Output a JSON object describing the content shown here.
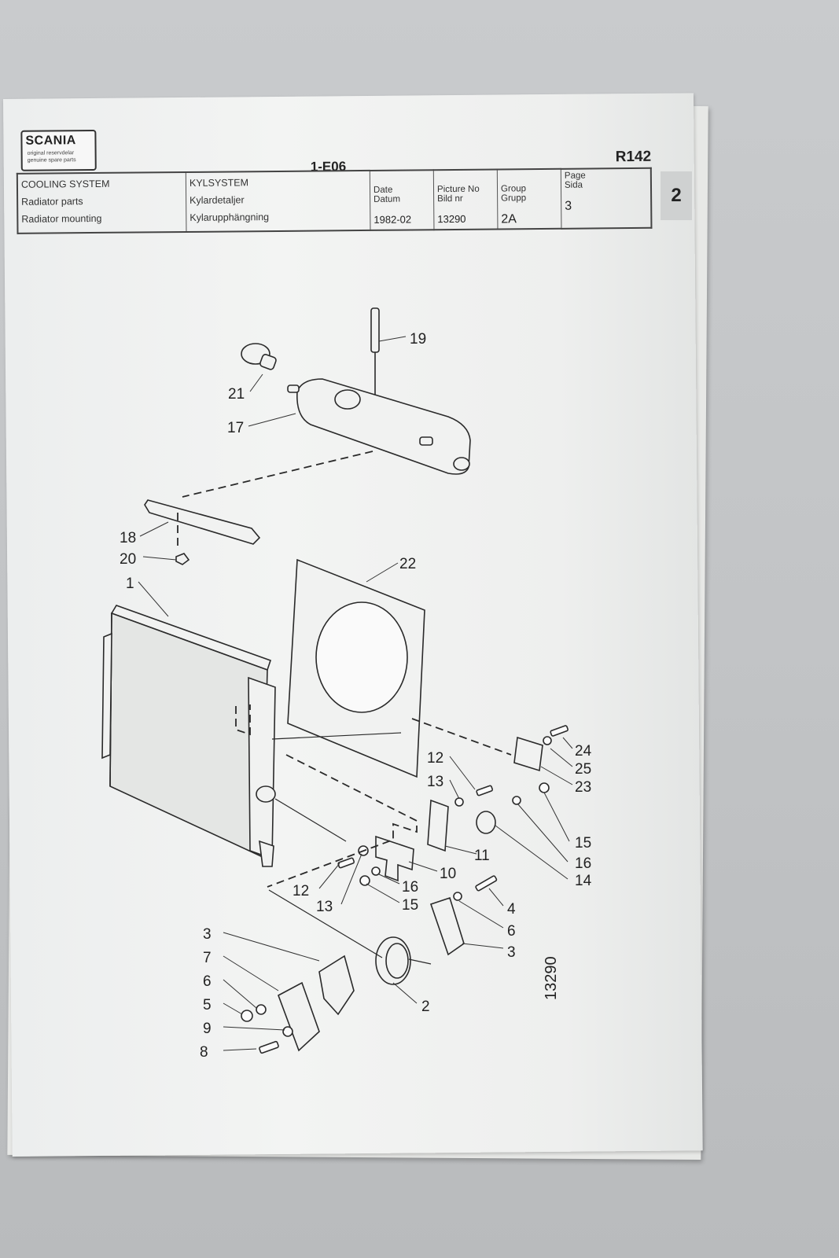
{
  "logo": {
    "name": "SCANIA",
    "line1": "original reservdelar",
    "line2": "genuine spare parts"
  },
  "page_code": "1-E06",
  "model": "R142",
  "tab": "2",
  "header": {
    "english": [
      "COOLING SYSTEM",
      "Radiator parts",
      "Radiator mounting"
    ],
    "swedish": [
      "KYLSYSTEM",
      "Kylardetaljer",
      "Kylarupphängning"
    ],
    "date_label": [
      "Date",
      "Datum"
    ],
    "date": "1982-02",
    "picture_label": [
      "Picture No",
      "Bild nr"
    ],
    "picture_no": "13290",
    "group_label": [
      "Group",
      "Grupp"
    ],
    "group": "2A",
    "page_label": [
      "Page",
      "Sida"
    ],
    "page": "3"
  },
  "diagram": {
    "callouts": [
      "19",
      "21",
      "17",
      "18",
      "20",
      "1",
      "22",
      "24",
      "25",
      "23",
      "12",
      "13",
      "15",
      "16",
      "14",
      "11",
      "10",
      "12",
      "13",
      "16",
      "15",
      "4",
      "6",
      "3",
      "3",
      "7",
      "6",
      "5",
      "9",
      "8",
      "2"
    ],
    "picture_no_vertical": "13290"
  }
}
